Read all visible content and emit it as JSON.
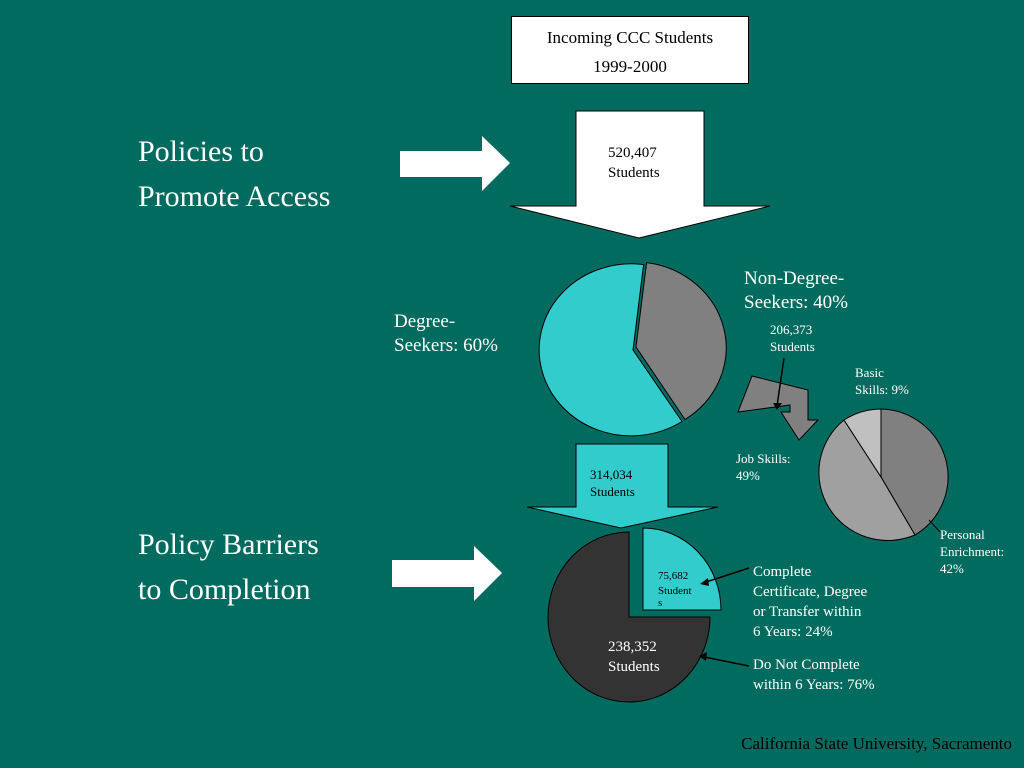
{
  "title": {
    "line1": "Incoming CCC Students",
    "line2": "1999-2000"
  },
  "left_labels": {
    "access": {
      "line1": "Policies to",
      "line2": "Promote Access"
    },
    "barriers": {
      "line1": "Policy Barriers",
      "line2": "to Completion"
    }
  },
  "top_arrow": {
    "line1": "520,407",
    "line2": "Students"
  },
  "degree": {
    "line1": "Degree-",
    "line2": "Seekers: 60%",
    "arrow_line1": "314,034",
    "arrow_line2": "Students"
  },
  "non_degree": {
    "line1": "Non-Degree-",
    "line2": "Seekers: 40%",
    "count_line1": "206,373",
    "count_line2": "Students"
  },
  "non_degree_breakdown": {
    "basic": {
      "line1": "Basic",
      "line2": "Skills: 9%"
    },
    "job": {
      "line1": "Job Skills:",
      "line2": "49%"
    },
    "personal": {
      "line1": "Personal",
      "line2": "Enrichment:",
      "line3": "42%"
    }
  },
  "completion": {
    "complete_count": {
      "line1": "75,682",
      "line2": "Student",
      "line3": "s"
    },
    "not_complete_count": {
      "line1": "238,352",
      "line2": "Students"
    },
    "complete_label": {
      "line1": "Complete",
      "line2": "Certificate, Degree",
      "line3": "or Transfer within",
      "line4": "6 Years: 24%"
    },
    "not_complete_label": {
      "line1": "Do Not Complete",
      "line2": "within 6 Years: 76%"
    }
  },
  "footer": "California State University, Sacramento",
  "colors": {
    "background": "#006B5E",
    "teal": "#33CCCC",
    "gray": "#808080",
    "light_gray": "#C0C0C0",
    "mid_gray": "#A0A0A0",
    "dark": "#333333"
  }
}
